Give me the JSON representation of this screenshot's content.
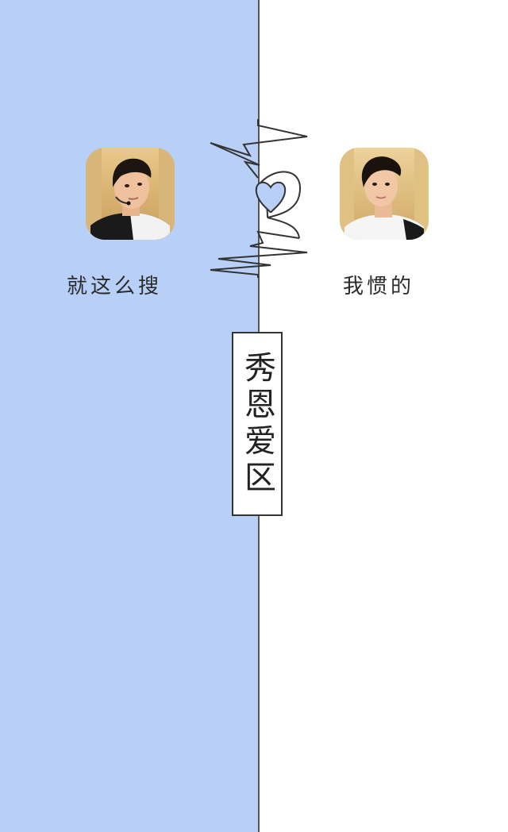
{
  "colors": {
    "left_background": "#b8d0f8",
    "right_background": "#ffffff",
    "line": "#555555"
  },
  "apps": [
    {
      "label": "就这么搜",
      "icon": "avatar-photo-icon"
    },
    {
      "label": "我惯的",
      "icon": "avatar-photo-icon"
    }
  ],
  "center": {
    "title": "秀恩爱区",
    "decoration": "heart-icon"
  }
}
